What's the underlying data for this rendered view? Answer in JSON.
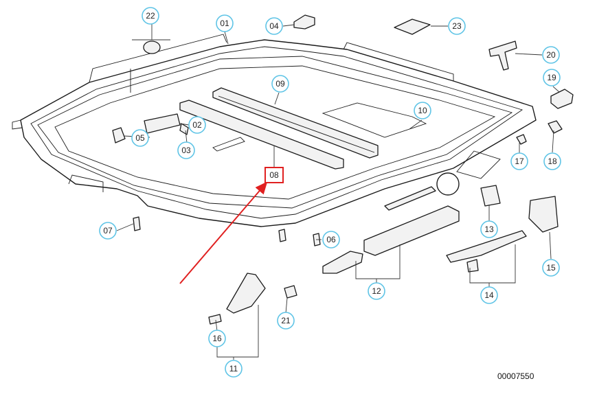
{
  "doc_number": "00007550",
  "callouts": [
    "22",
    "01",
    "04",
    "23",
    "20",
    "19",
    "09",
    "10",
    "02",
    "05",
    "03",
    "17",
    "18",
    "08",
    "07",
    "06",
    "13",
    "15",
    "12",
    "14",
    "21",
    "16",
    "11"
  ],
  "highlighted_callout": "08",
  "colors": {
    "callout_ring": "#5fc4e6",
    "highlight_box": "#e02020",
    "arrow": "#e02020"
  }
}
